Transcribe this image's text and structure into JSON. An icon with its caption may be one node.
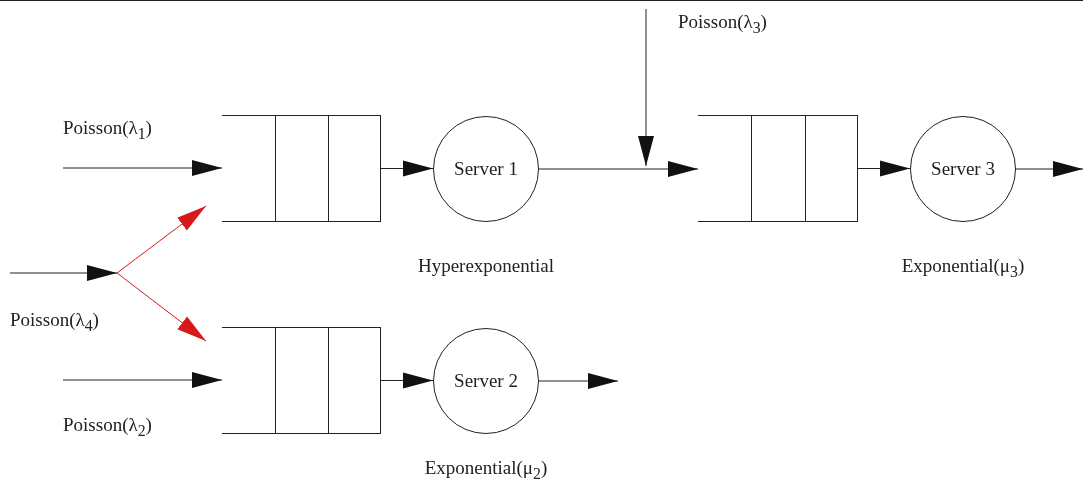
{
  "diagram": {
    "nodes": [
      {
        "text": [],
        "shape": "box"
      },
      {
        "text": [
          "Server 1"
        ],
        "beside": [
          "Hyperexponential"
        ]
      },
      {
        "text": [],
        "shape": "box"
      },
      {
        "text": [
          "Server 3"
        ],
        "beside": [
          "Exponential(μ$_{3}$)"
        ]
      },
      {
        "text": [],
        "shape": "box"
      },
      {
        "text": [
          "Server 2"
        ],
        "beside": [
          "Exponential(μ$_{2}$)"
        ]
      }
    ],
    "edges": [
      {
        "from": null,
        "to": 0,
        "arrow": "to"
      },
      {
        "from": 0,
        "to": 1,
        "arrow": "to"
      },
      {
        "from": null,
        "to": 0,
        "arrow": "to",
        "color": "#d7191c"
      },
      {
        "from": null,
        "to": 4,
        "arrow": "to",
        "color": "#d7191c"
      },
      {
        "from": null,
        "to": 4,
        "arrow": "to"
      },
      {
        "from": 4,
        "to": 5,
        "arrow": "to"
      },
      {
        "from": 1,
        "to": 2,
        "arrow": "to"
      },
      {
        "from": null,
        "to": 2,
        "arrow": "to"
      },
      {
        "from": 2,
        "to": 3,
        "arrow": "to"
      },
      {
        "from": 3,
        "to": null,
        "arrow": "to"
      },
      {
        "from": 5,
        "to": null,
        "arrow": "to"
      }
    ],
    "labels": [
      "Poisson(λ$_{3}$)",
      "Poisson(λ$_{1}$)",
      "Poisson(λ$_{4}$)",
      "Poisson(λ$_{2}$)"
    ]
  }
}
